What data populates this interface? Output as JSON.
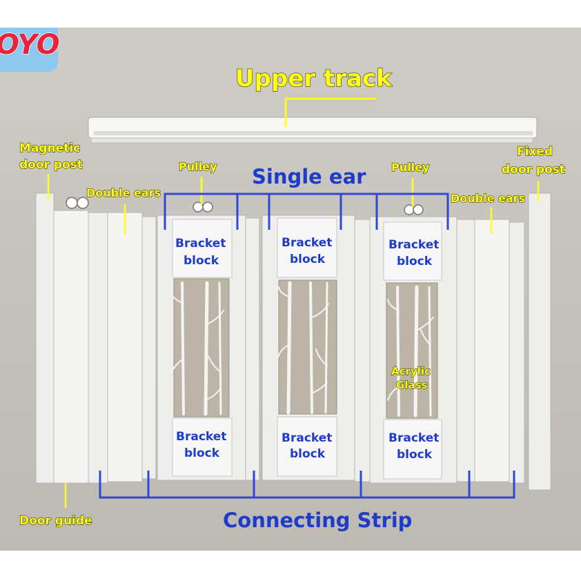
{
  "brand": {
    "logo_text": "OYO"
  },
  "labels": {
    "upper_track": "Upper track",
    "magnetic_door_post": [
      "Magnetic",
      "door post"
    ],
    "fixed_door_post": [
      "Fixed",
      "door post"
    ],
    "pulley": "Pulley",
    "single_ear": "Single ear",
    "double_ears": "Double ears",
    "bracket_block": [
      "Bracket",
      "block"
    ],
    "acrylic_glass": [
      "Acrylic",
      "Glass"
    ],
    "door_guide": "Door guide",
    "connecting_strip": "Connecting Strip"
  },
  "colors": {
    "label_yellow": "#ffff1a",
    "label_blue": "#1e3cc8",
    "logo_red": "#e8233a",
    "logo_blue": "#8ec8ef"
  },
  "icons": {
    "pulley": "pulley-wheel-icon"
  }
}
